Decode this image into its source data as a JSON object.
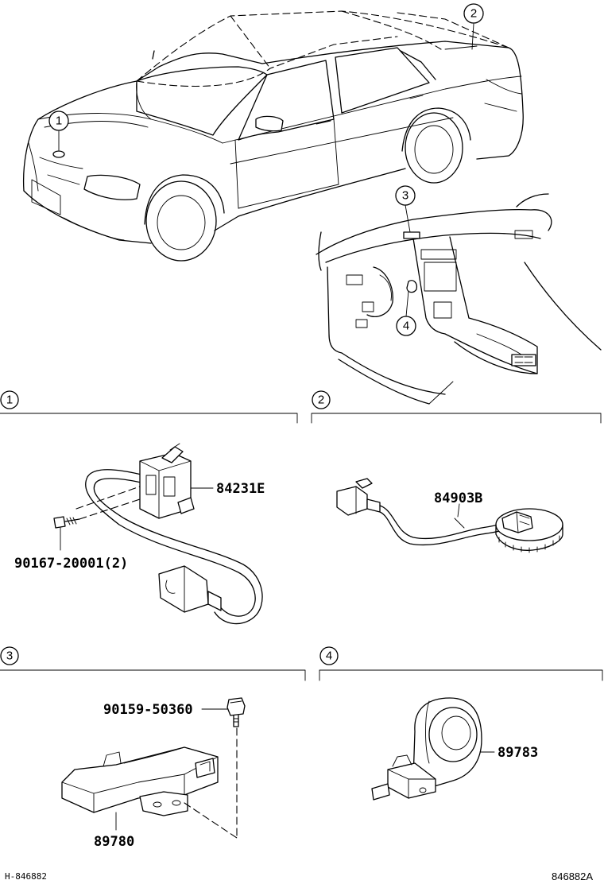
{
  "callouts": [
    "1",
    "2",
    "3",
    "4"
  ],
  "sections": [
    {
      "id": "1",
      "parts": [
        "84231E",
        "90167-20001(2)"
      ]
    },
    {
      "id": "2",
      "parts": [
        "84903B"
      ]
    },
    {
      "id": "3",
      "parts": [
        "90159-50360",
        "89780"
      ]
    },
    {
      "id": "4",
      "parts": [
        "89783"
      ]
    }
  ],
  "footer": {
    "left": "H-846882",
    "right": "846882A"
  }
}
